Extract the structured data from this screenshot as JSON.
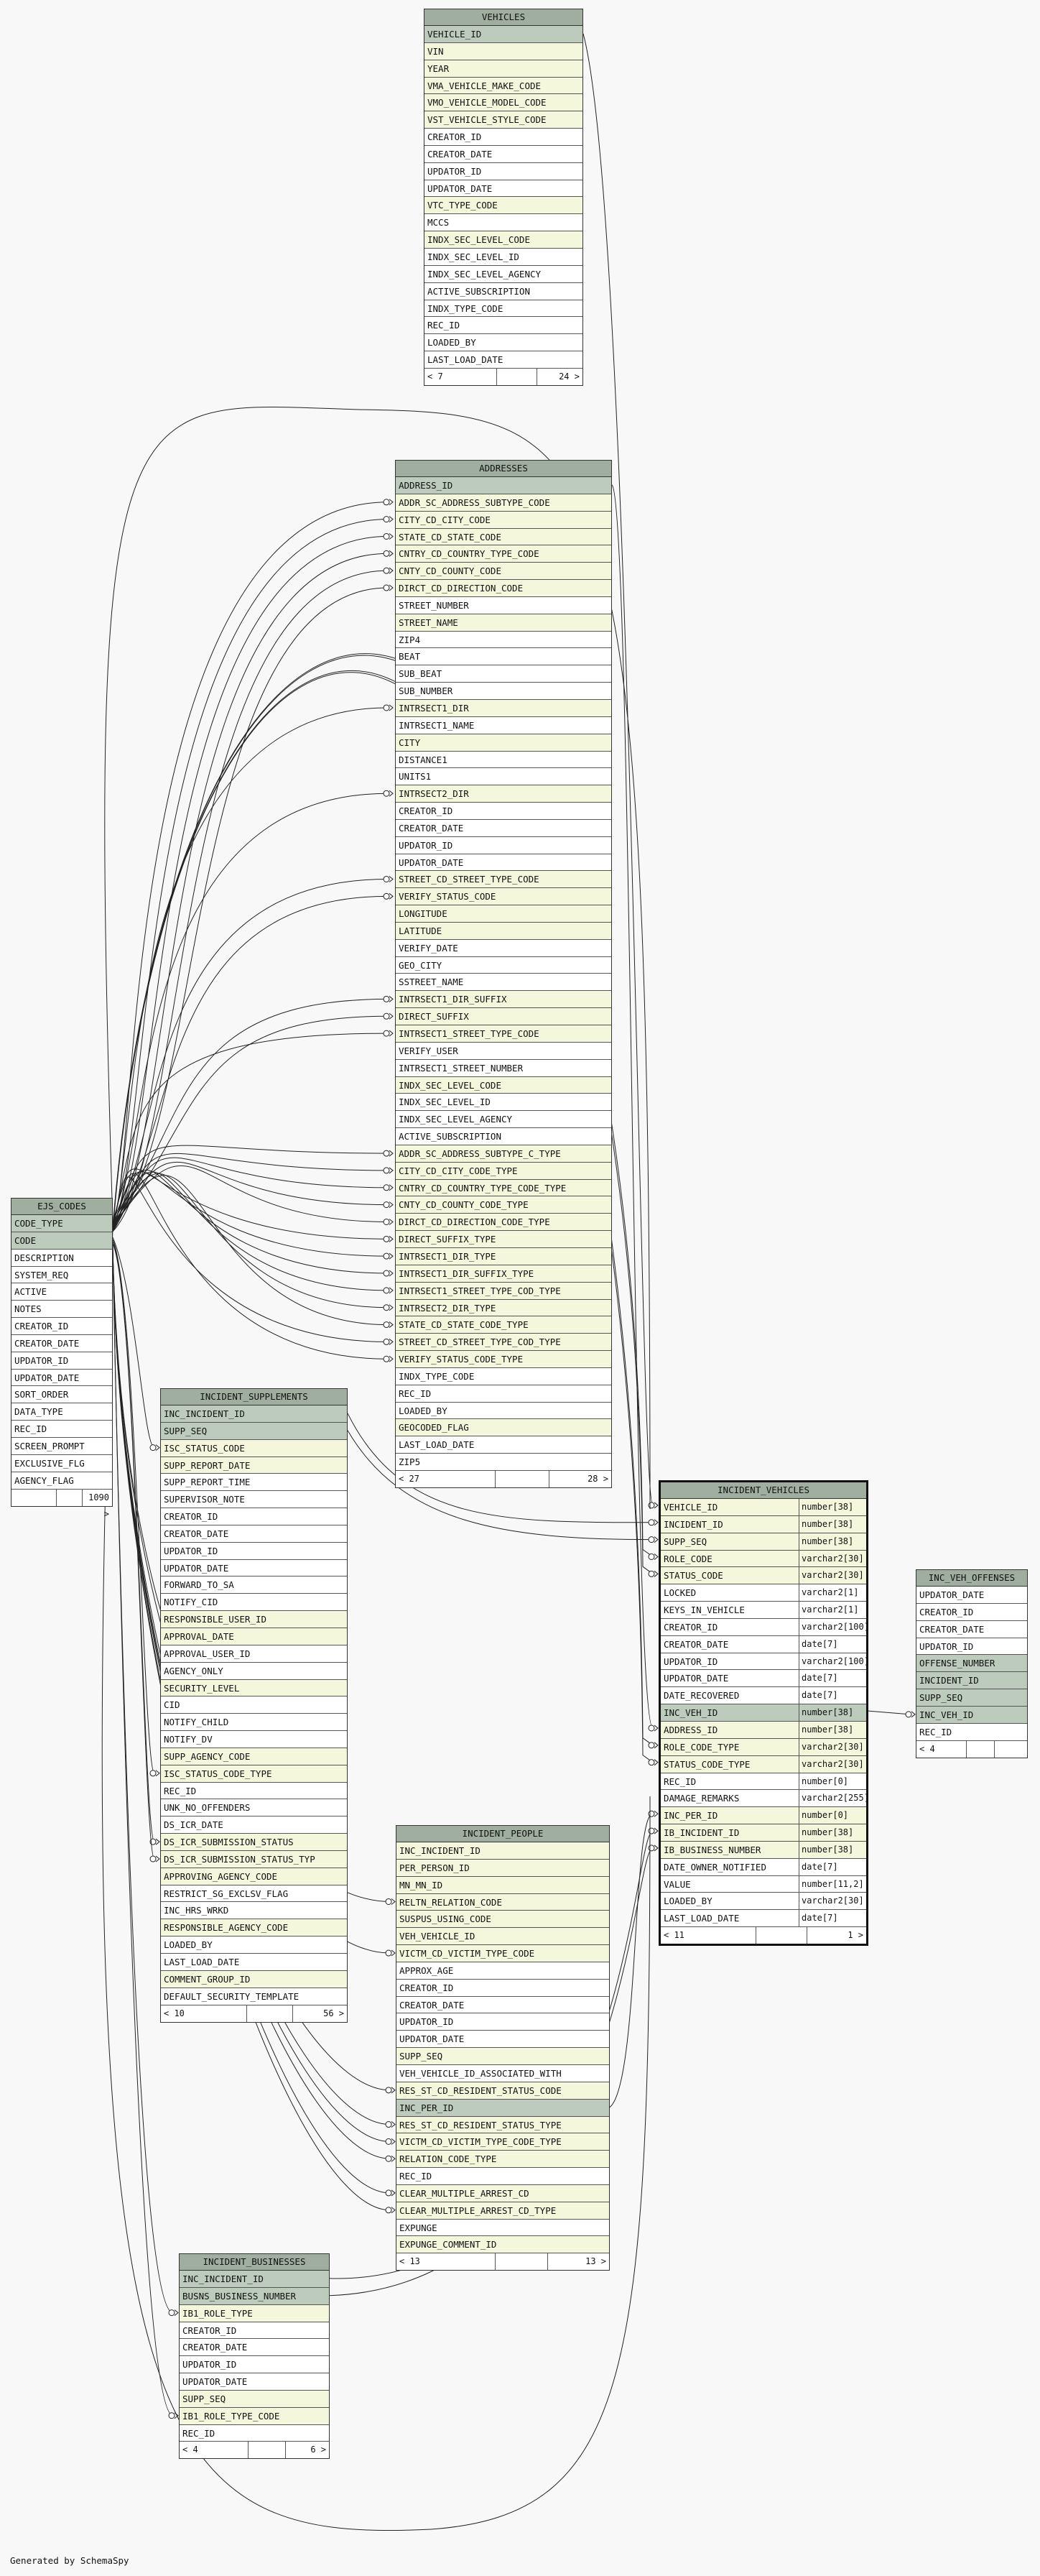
{
  "footer_text": "Generated by SchemaSpy",
  "tables": [
    {
      "key": "vehicles",
      "name": "VEHICLES",
      "focus": false,
      "columns": [
        {
          "name": "VEHICLE_ID",
          "kind": "pk"
        },
        {
          "name": "VIN",
          "kind": "fk"
        },
        {
          "name": "YEAR",
          "kind": "fk"
        },
        {
          "name": "VMA_VEHICLE_MAKE_CODE",
          "kind": "fk"
        },
        {
          "name": "VMO_VEHICLE_MODEL_CODE",
          "kind": "fk"
        },
        {
          "name": "VST_VEHICLE_STYLE_CODE",
          "kind": "fk"
        },
        {
          "name": "CREATOR_ID",
          "kind": "pl"
        },
        {
          "name": "CREATOR_DATE",
          "kind": "pl"
        },
        {
          "name": "UPDATOR_ID",
          "kind": "pl"
        },
        {
          "name": "UPDATOR_DATE",
          "kind": "pl"
        },
        {
          "name": "VTC_TYPE_CODE",
          "kind": "fk"
        },
        {
          "name": "MCCS",
          "kind": "pl"
        },
        {
          "name": "INDX_SEC_LEVEL_CODE",
          "kind": "fk"
        },
        {
          "name": "INDX_SEC_LEVEL_ID",
          "kind": "pl"
        },
        {
          "name": "INDX_SEC_LEVEL_AGENCY",
          "kind": "pl"
        },
        {
          "name": "ACTIVE_SUBSCRIPTION",
          "kind": "pl"
        },
        {
          "name": "INDX_TYPE_CODE",
          "kind": "pl"
        },
        {
          "name": "REC_ID",
          "kind": "pl"
        },
        {
          "name": "LOADED_BY",
          "kind": "pl"
        },
        {
          "name": "LAST_LOAD_DATE",
          "kind": "pl"
        }
      ],
      "footer": {
        "left": "< 7",
        "right": "24 >"
      }
    },
    {
      "key": "addresses",
      "name": "ADDRESSES",
      "focus": false,
      "columns": [
        {
          "name": "ADDRESS_ID",
          "kind": "pk"
        },
        {
          "name": "ADDR_SC_ADDRESS_SUBTYPE_CODE",
          "kind": "fk"
        },
        {
          "name": "CITY_CD_CITY_CODE",
          "kind": "fk"
        },
        {
          "name": "STATE_CD_STATE_CODE",
          "kind": "fk"
        },
        {
          "name": "CNTRY_CD_COUNTRY_TYPE_CODE",
          "kind": "fk"
        },
        {
          "name": "CNTY_CD_COUNTY_CODE",
          "kind": "fk"
        },
        {
          "name": "DIRCT_CD_DIRECTION_CODE",
          "kind": "fk"
        },
        {
          "name": "STREET_NUMBER",
          "kind": "pl"
        },
        {
          "name": "STREET_NAME",
          "kind": "fk"
        },
        {
          "name": "ZIP4",
          "kind": "pl"
        },
        {
          "name": "BEAT",
          "kind": "pl"
        },
        {
          "name": "SUB_BEAT",
          "kind": "pl"
        },
        {
          "name": "SUB_NUMBER",
          "kind": "pl"
        },
        {
          "name": "INTRSECT1_DIR",
          "kind": "fk"
        },
        {
          "name": "INTRSECT1_NAME",
          "kind": "pl"
        },
        {
          "name": "CITY",
          "kind": "fk"
        },
        {
          "name": "DISTANCE1",
          "kind": "pl"
        },
        {
          "name": "UNITS1",
          "kind": "pl"
        },
        {
          "name": "INTRSECT2_DIR",
          "kind": "fk"
        },
        {
          "name": "CREATOR_ID",
          "kind": "pl"
        },
        {
          "name": "CREATOR_DATE",
          "kind": "pl"
        },
        {
          "name": "UPDATOR_ID",
          "kind": "pl"
        },
        {
          "name": "UPDATOR_DATE",
          "kind": "pl"
        },
        {
          "name": "STREET_CD_STREET_TYPE_CODE",
          "kind": "fk"
        },
        {
          "name": "VERIFY_STATUS_CODE",
          "kind": "fk"
        },
        {
          "name": "LONGITUDE",
          "kind": "fk"
        },
        {
          "name": "LATITUDE",
          "kind": "fk"
        },
        {
          "name": "VERIFY_DATE",
          "kind": "pl"
        },
        {
          "name": "GEO_CITY",
          "kind": "pl"
        },
        {
          "name": "SSTREET_NAME",
          "kind": "pl"
        },
        {
          "name": "INTRSECT1_DIR_SUFFIX",
          "kind": "fk"
        },
        {
          "name": "DIRECT_SUFFIX",
          "kind": "fk"
        },
        {
          "name": "INTRSECT1_STREET_TYPE_CODE",
          "kind": "fk"
        },
        {
          "name": "VERIFY_USER",
          "kind": "pl"
        },
        {
          "name": "INTRSECT1_STREET_NUMBER",
          "kind": "pl"
        },
        {
          "name": "INDX_SEC_LEVEL_CODE",
          "kind": "fk"
        },
        {
          "name": "INDX_SEC_LEVEL_ID",
          "kind": "pl"
        },
        {
          "name": "INDX_SEC_LEVEL_AGENCY",
          "kind": "pl"
        },
        {
          "name": "ACTIVE_SUBSCRIPTION",
          "kind": "pl"
        },
        {
          "name": "ADDR_SC_ADDRESS_SUBTYPE_C_TYPE",
          "kind": "fk"
        },
        {
          "name": "CITY_CD_CITY_CODE_TYPE",
          "kind": "fk"
        },
        {
          "name": "CNTRY_CD_COUNTRY_TYPE_CODE_TYPE",
          "kind": "fk"
        },
        {
          "name": "CNTY_CD_COUNTY_CODE_TYPE",
          "kind": "fk"
        },
        {
          "name": "DIRCT_CD_DIRECTION_CODE_TYPE",
          "kind": "fk"
        },
        {
          "name": "DIRECT_SUFFIX_TYPE",
          "kind": "fk"
        },
        {
          "name": "INTRSECT1_DIR_TYPE",
          "kind": "fk"
        },
        {
          "name": "INTRSECT1_DIR_SUFFIX_TYPE",
          "kind": "fk"
        },
        {
          "name": "INTRSECT1_STREET_TYPE_COD_TYPE",
          "kind": "fk"
        },
        {
          "name": "INTRSECT2_DIR_TYPE",
          "kind": "fk"
        },
        {
          "name": "STATE_CD_STATE_CODE_TYPE",
          "kind": "fk"
        },
        {
          "name": "STREET_CD_STREET_TYPE_COD_TYPE",
          "kind": "fk"
        },
        {
          "name": "VERIFY_STATUS_CODE_TYPE",
          "kind": "fk"
        },
        {
          "name": "INDX_TYPE_CODE",
          "kind": "pl"
        },
        {
          "name": "REC_ID",
          "kind": "pl"
        },
        {
          "name": "LOADED_BY",
          "kind": "pl"
        },
        {
          "name": "GEOCODED_FLAG",
          "kind": "fk"
        },
        {
          "name": "LAST_LOAD_DATE",
          "kind": "pl"
        },
        {
          "name": "ZIP5",
          "kind": "pl"
        }
      ],
      "footer": {
        "left": "< 27",
        "right": "28 >"
      }
    },
    {
      "key": "ejs_codes",
      "name": "EJS_CODES",
      "focus": false,
      "columns": [
        {
          "name": "CODE_TYPE",
          "kind": "pk"
        },
        {
          "name": "CODE",
          "kind": "pk"
        },
        {
          "name": "DESCRIPTION",
          "kind": "pl"
        },
        {
          "name": "SYSTEM_REQ",
          "kind": "pl"
        },
        {
          "name": "ACTIVE",
          "kind": "pl"
        },
        {
          "name": "NOTES",
          "kind": "pl"
        },
        {
          "name": "CREATOR_ID",
          "kind": "pl"
        },
        {
          "name": "CREATOR_DATE",
          "kind": "pl"
        },
        {
          "name": "UPDATOR_ID",
          "kind": "pl"
        },
        {
          "name": "UPDATOR_DATE",
          "kind": "pl"
        },
        {
          "name": "SORT_ORDER",
          "kind": "pl"
        },
        {
          "name": "DATA_TYPE",
          "kind": "pl"
        },
        {
          "name": "REC_ID",
          "kind": "pl"
        },
        {
          "name": "SCREEN_PROMPT",
          "kind": "pl"
        },
        {
          "name": "EXCLUSIVE_FLG",
          "kind": "pl"
        },
        {
          "name": "AGENCY_FLAG",
          "kind": "pl"
        }
      ],
      "footer": {
        "left": "",
        "right": "1090 >"
      }
    },
    {
      "key": "incident_supplements",
      "name": "INCIDENT_SUPPLEMENTS",
      "focus": false,
      "columns": [
        {
          "name": "INC_INCIDENT_ID",
          "kind": "pk"
        },
        {
          "name": "SUPP_SEQ",
          "kind": "pk"
        },
        {
          "name": "ISC_STATUS_CODE",
          "kind": "fk"
        },
        {
          "name": "SUPP_REPORT_DATE",
          "kind": "fk"
        },
        {
          "name": "SUPP_REPORT_TIME",
          "kind": "pl"
        },
        {
          "name": "SUPERVISOR_NOTE",
          "kind": "pl"
        },
        {
          "name": "CREATOR_ID",
          "kind": "pl"
        },
        {
          "name": "CREATOR_DATE",
          "kind": "pl"
        },
        {
          "name": "UPDATOR_ID",
          "kind": "pl"
        },
        {
          "name": "UPDATOR_DATE",
          "kind": "pl"
        },
        {
          "name": "FORWARD_TO_SA",
          "kind": "pl"
        },
        {
          "name": "NOTIFY_CID",
          "kind": "pl"
        },
        {
          "name": "RESPONSIBLE_USER_ID",
          "kind": "fk"
        },
        {
          "name": "APPROVAL_DATE",
          "kind": "fk"
        },
        {
          "name": "APPROVAL_USER_ID",
          "kind": "pl"
        },
        {
          "name": "AGENCY_ONLY",
          "kind": "pl"
        },
        {
          "name": "SECURITY_LEVEL",
          "kind": "fk"
        },
        {
          "name": "CID",
          "kind": "pl"
        },
        {
          "name": "NOTIFY_CHILD",
          "kind": "pl"
        },
        {
          "name": "NOTIFY_DV",
          "kind": "pl"
        },
        {
          "name": "SUPP_AGENCY_CODE",
          "kind": "fk"
        },
        {
          "name": "ISC_STATUS_CODE_TYPE",
          "kind": "fk"
        },
        {
          "name": "REC_ID",
          "kind": "pl"
        },
        {
          "name": "UNK_NO_OFFENDERS",
          "kind": "pl"
        },
        {
          "name": "DS_ICR_DATE",
          "kind": "pl"
        },
        {
          "name": "DS_ICR_SUBMISSION_STATUS",
          "kind": "fk"
        },
        {
          "name": "DS_ICR_SUBMISSION_STATUS_TYP",
          "kind": "fk"
        },
        {
          "name": "APPROVING_AGENCY_CODE",
          "kind": "fk"
        },
        {
          "name": "RESTRICT_SG_EXCLSV_FLAG",
          "kind": "pl"
        },
        {
          "name": "INC_HRS_WRKD",
          "kind": "pl"
        },
        {
          "name": "RESPONSIBLE_AGENCY_CODE",
          "kind": "fk"
        },
        {
          "name": "LOADED_BY",
          "kind": "pl"
        },
        {
          "name": "LAST_LOAD_DATE",
          "kind": "pl"
        },
        {
          "name": "COMMENT_GROUP_ID",
          "kind": "fk"
        },
        {
          "name": "DEFAULT_SECURITY_TEMPLATE",
          "kind": "pl"
        }
      ],
      "footer": {
        "left": "< 10",
        "right": "56 >"
      }
    },
    {
      "key": "incident_vehicles",
      "name": "INCIDENT_VEHICLES",
      "focus": true,
      "columns": [
        {
          "name": "VEHICLE_ID",
          "kind": "fk",
          "type": "number[38]"
        },
        {
          "name": "INCIDENT_ID",
          "kind": "fk",
          "type": "number[38]"
        },
        {
          "name": "SUPP_SEQ",
          "kind": "fk",
          "type": "number[38]"
        },
        {
          "name": "ROLE_CODE",
          "kind": "fk",
          "type": "varchar2[30]"
        },
        {
          "name": "STATUS_CODE",
          "kind": "fk",
          "type": "varchar2[30]"
        },
        {
          "name": "LOCKED",
          "kind": "pl",
          "type": "varchar2[1]"
        },
        {
          "name": "KEYS_IN_VEHICLE",
          "kind": "pl",
          "type": "varchar2[1]"
        },
        {
          "name": "CREATOR_ID",
          "kind": "pl",
          "type": "varchar2[100]"
        },
        {
          "name": "CREATOR_DATE",
          "kind": "pl",
          "type": "date[7]"
        },
        {
          "name": "UPDATOR_ID",
          "kind": "pl",
          "type": "varchar2[100]"
        },
        {
          "name": "UPDATOR_DATE",
          "kind": "pl",
          "type": "date[7]"
        },
        {
          "name": "DATE_RECOVERED",
          "kind": "pl",
          "type": "date[7]"
        },
        {
          "name": "INC_VEH_ID",
          "kind": "pk",
          "type": "number[38]"
        },
        {
          "name": "ADDRESS_ID",
          "kind": "fk",
          "type": "number[38]"
        },
        {
          "name": "ROLE_CODE_TYPE",
          "kind": "fk",
          "type": "varchar2[30]"
        },
        {
          "name": "STATUS_CODE_TYPE",
          "kind": "fk",
          "type": "varchar2[30]"
        },
        {
          "name": "REC_ID",
          "kind": "pl",
          "type": "number[0]"
        },
        {
          "name": "DAMAGE_REMARKS",
          "kind": "pl",
          "type": "varchar2[255]"
        },
        {
          "name": "INC_PER_ID",
          "kind": "fk",
          "type": "number[0]"
        },
        {
          "name": "IB_INCIDENT_ID",
          "kind": "fk",
          "type": "number[38]"
        },
        {
          "name": "IB_BUSINESS_NUMBER",
          "kind": "fk",
          "type": "number[38]"
        },
        {
          "name": "DATE_OWNER_NOTIFIED",
          "kind": "pl",
          "type": "date[7]"
        },
        {
          "name": "VALUE",
          "kind": "pl",
          "type": "number[11,2]"
        },
        {
          "name": "LOADED_BY",
          "kind": "pl",
          "type": "varchar2[30]"
        },
        {
          "name": "LAST_LOAD_DATE",
          "kind": "pl",
          "type": "date[7]"
        }
      ],
      "footer": {
        "left": "< 11",
        "right": "1 >"
      }
    },
    {
      "key": "inc_veh_offenses",
      "name": "INC_VEH_OFFENSES",
      "focus": false,
      "columns": [
        {
          "name": "UPDATOR_DATE",
          "kind": "pl"
        },
        {
          "name": "CREATOR_ID",
          "kind": "pl"
        },
        {
          "name": "CREATOR_DATE",
          "kind": "pl"
        },
        {
          "name": "UPDATOR_ID",
          "kind": "pl"
        },
        {
          "name": "OFFENSE_NUMBER",
          "kind": "pk"
        },
        {
          "name": "INCIDENT_ID",
          "kind": "pk"
        },
        {
          "name": "SUPP_SEQ",
          "kind": "pk"
        },
        {
          "name": "INC_VEH_ID",
          "kind": "pk"
        },
        {
          "name": "REC_ID",
          "kind": "pl"
        }
      ],
      "footer": {
        "left": "< 4",
        "right": ""
      }
    },
    {
      "key": "incident_people",
      "name": "INCIDENT_PEOPLE",
      "focus": false,
      "columns": [
        {
          "name": "INC_INCIDENT_ID",
          "kind": "fk"
        },
        {
          "name": "PER_PERSON_ID",
          "kind": "fk"
        },
        {
          "name": "MN_MN_ID",
          "kind": "fk"
        },
        {
          "name": "RELTN_RELATION_CODE",
          "kind": "fk"
        },
        {
          "name": "SUSPUS_USING_CODE",
          "kind": "fk"
        },
        {
          "name": "VEH_VEHICLE_ID",
          "kind": "fk"
        },
        {
          "name": "VICTM_CD_VICTIM_TYPE_CODE",
          "kind": "fk"
        },
        {
          "name": "APPROX_AGE",
          "kind": "pl"
        },
        {
          "name": "CREATOR_ID",
          "kind": "pl"
        },
        {
          "name": "CREATOR_DATE",
          "kind": "pl"
        },
        {
          "name": "UPDATOR_ID",
          "kind": "pl"
        },
        {
          "name": "UPDATOR_DATE",
          "kind": "pl"
        },
        {
          "name": "SUPP_SEQ",
          "kind": "fk"
        },
        {
          "name": "VEH_VEHICLE_ID_ASSOCIATED_WITH",
          "kind": "pl"
        },
        {
          "name": "RES_ST_CD_RESIDENT_STATUS_CODE",
          "kind": "fk"
        },
        {
          "name": "INC_PER_ID",
          "kind": "pk"
        },
        {
          "name": "RES_ST_CD_RESIDENT_STATUS_TYPE",
          "kind": "fk"
        },
        {
          "name": "VICTM_CD_VICTIM_TYPE_CODE_TYPE",
          "kind": "fk"
        },
        {
          "name": "RELATION_CODE_TYPE",
          "kind": "fk"
        },
        {
          "name": "REC_ID",
          "kind": "pl"
        },
        {
          "name": "CLEAR_MULTIPLE_ARREST_CD",
          "kind": "fk"
        },
        {
          "name": "CLEAR_MULTIPLE_ARREST_CD_TYPE",
          "kind": "fk"
        },
        {
          "name": "EXPUNGE",
          "kind": "pl"
        },
        {
          "name": "EXPUNGE_COMMENT_ID",
          "kind": "fk"
        }
      ],
      "footer": {
        "left": "< 13",
        "right": "13 >"
      }
    },
    {
      "key": "incident_businesses",
      "name": "INCIDENT_BUSINESSES",
      "focus": false,
      "columns": [
        {
          "name": "INC_INCIDENT_ID",
          "kind": "pk"
        },
        {
          "name": "BUSNS_BUSINESS_NUMBER",
          "kind": "pk"
        },
        {
          "name": "IB1_ROLE_TYPE",
          "kind": "fk"
        },
        {
          "name": "CREATOR_ID",
          "kind": "pl"
        },
        {
          "name": "CREATOR_DATE",
          "kind": "pl"
        },
        {
          "name": "UPDATOR_ID",
          "kind": "pl"
        },
        {
          "name": "UPDATOR_DATE",
          "kind": "pl"
        },
        {
          "name": "SUPP_SEQ",
          "kind": "fk"
        },
        {
          "name": "IB1_ROLE_TYPE_CODE",
          "kind": "fk"
        },
        {
          "name": "REC_ID",
          "kind": "pl"
        }
      ],
      "footer": {
        "left": "< 4",
        "right": "6 >"
      }
    }
  ]
}
